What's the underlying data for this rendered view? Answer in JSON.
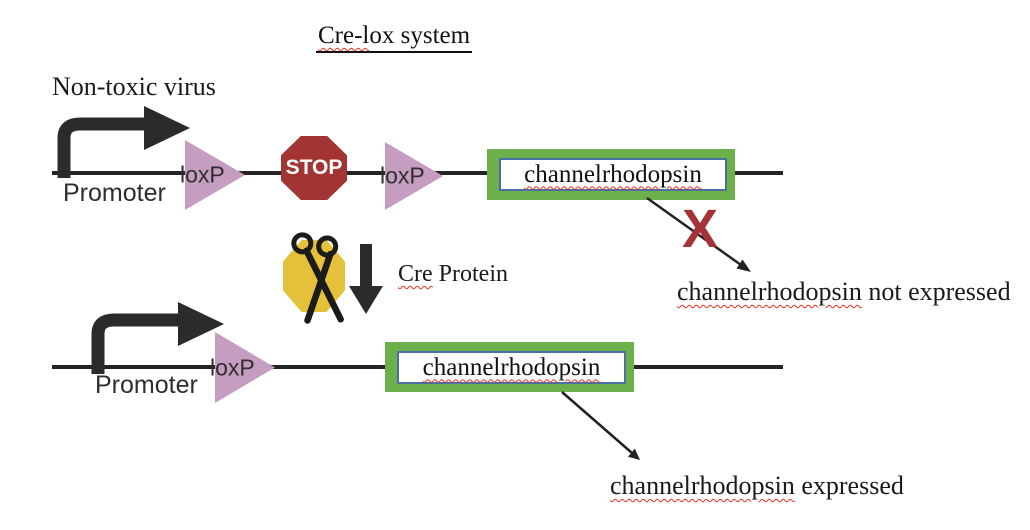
{
  "title": {
    "flagged": "Cre-l",
    "rest": "ox system"
  },
  "labels": {
    "virus": "Non-toxic virus",
    "promoter": "Promoter",
    "loxp": "loxP",
    "stop": "STOP",
    "gene": "channelrhodopsin",
    "x_mark": "X",
    "cre_protein": {
      "flagged": "Cre",
      "rest": " Protein"
    },
    "not_expressed": {
      "flagged": "channelrhodopsin",
      "rest": " not expressed"
    },
    "expressed": {
      "flagged": "channelrhodopsin",
      "rest": " expressed"
    }
  },
  "colors": {
    "dna_line": "#242424",
    "loxp_triangle": "#c59dc1",
    "stop_sign": "#a33434",
    "gene_box_frame": "#6cb04c",
    "gene_box_inner_border": "#4a6fa5",
    "cre_octagon": "#e5c03a",
    "x_mark": "#a43338",
    "spellcheck_squiggle": "#e0301e"
  }
}
